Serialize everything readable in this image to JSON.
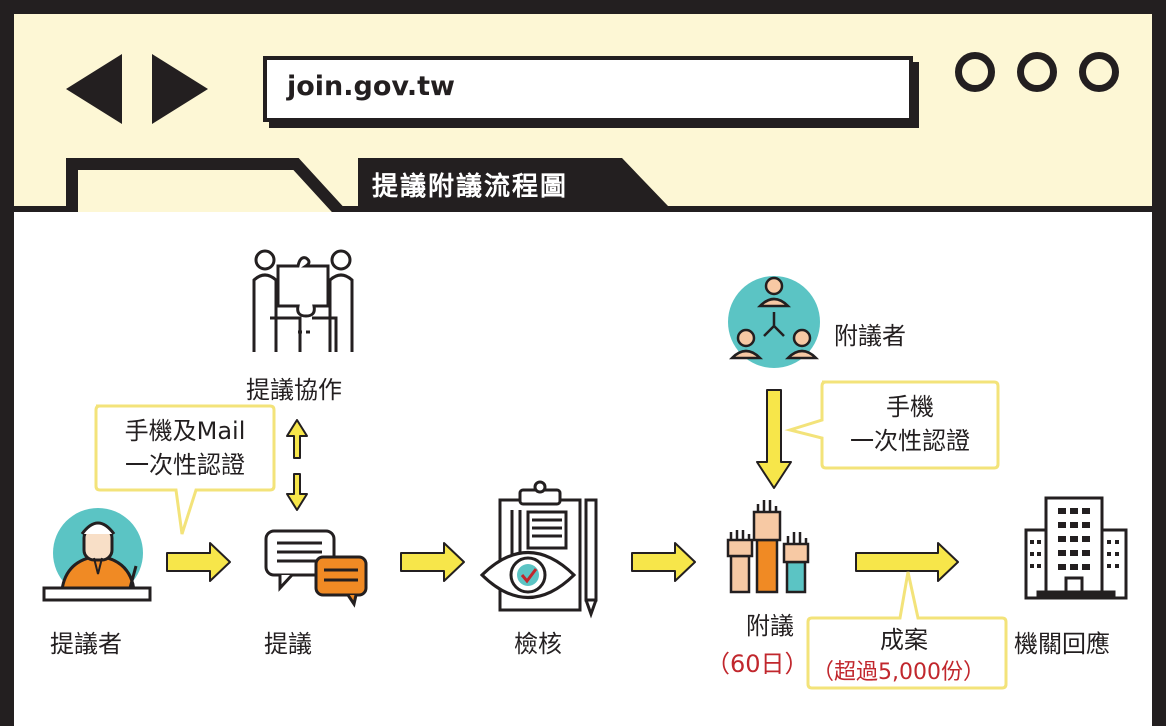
{
  "browser": {
    "url": "join.gov.tw"
  },
  "tab": {
    "title": "提議附議流程圖"
  },
  "flow": {
    "proposer": "提議者",
    "proposal": "提議",
    "collaboration": "提議協作",
    "review": "檢核",
    "second": "附議",
    "second_period": "（60日）",
    "seconders": "附議者",
    "established": "成案",
    "established_condition": "（超過5,000份）",
    "agency_response": "機關回應"
  },
  "callouts": {
    "proposer_verify_line1": "手機及Mail",
    "proposer_verify_line2": "一次性認證",
    "seconder_verify_line1": "手機",
    "seconder_verify_line2": "一次性認證"
  },
  "colors": {
    "frame_dark": "#231f20",
    "frame_fill": "#fdf7d5",
    "arrow_yellow": "#f7e64a",
    "callout_border": "#f3e37a",
    "teal": "#5bc4c4",
    "orange": "#f08a24",
    "red_text": "#c1272d"
  }
}
